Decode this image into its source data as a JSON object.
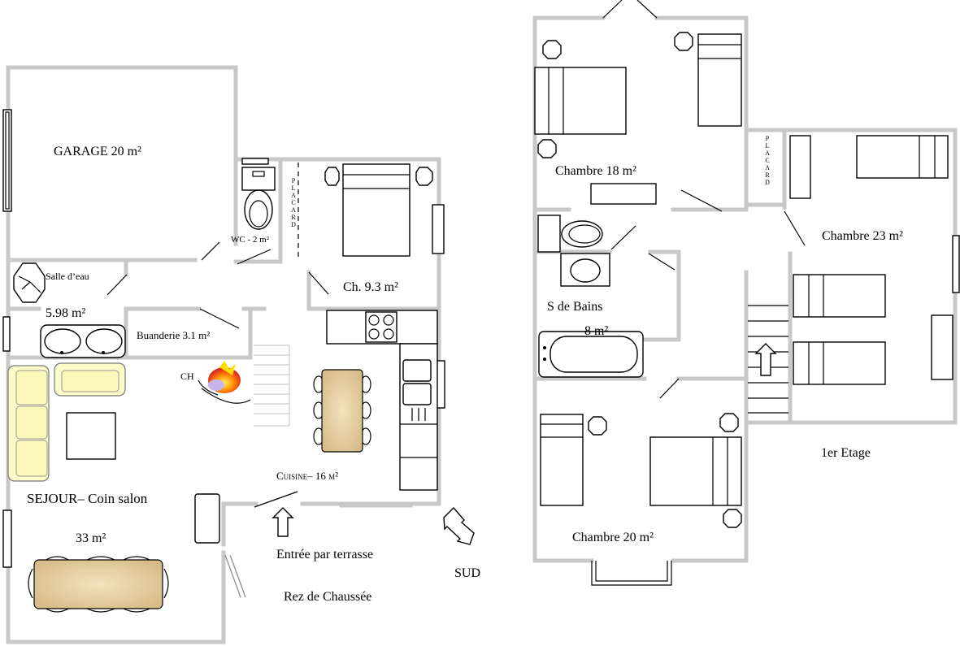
{
  "ground_floor": {
    "title": "Rez de Chaussée",
    "rooms": {
      "garage": "GARAGE 20 m²",
      "wc": "WC - 2 m²",
      "placard": "PLACARD",
      "chambre": "Ch. 9.3 m²",
      "salle_eau_name": "Salle d’eau",
      "salle_eau_area": "5.98 m²",
      "buanderie": "Buanderie 3.1 m²",
      "ch_label": "CH",
      "sejour": "SEJOUR– Coin salon",
      "sejour_area": "33 m²",
      "cuisine": "Cuisine– 16 m²",
      "entree": "Entrée par terrasse",
      "sud": "SUD"
    }
  },
  "first_floor": {
    "title": "1er Etage",
    "rooms": {
      "chambre18": "Chambre 18 m²",
      "chambre23": "Chambre 23 m²",
      "placard": "PLACARD",
      "bains_name": "S de Bains",
      "bains_area": "8 m²",
      "chambre20": "Chambre  20 m²"
    }
  },
  "colors": {
    "walls": "#c8c8c8",
    "table_wood": "#e8d3a8",
    "sofa": "#fdfbc8",
    "fire": "#ff7a00"
  },
  "icons": [
    "fireplace-icon",
    "arrow-up-icon",
    "arrow-south-icon"
  ]
}
